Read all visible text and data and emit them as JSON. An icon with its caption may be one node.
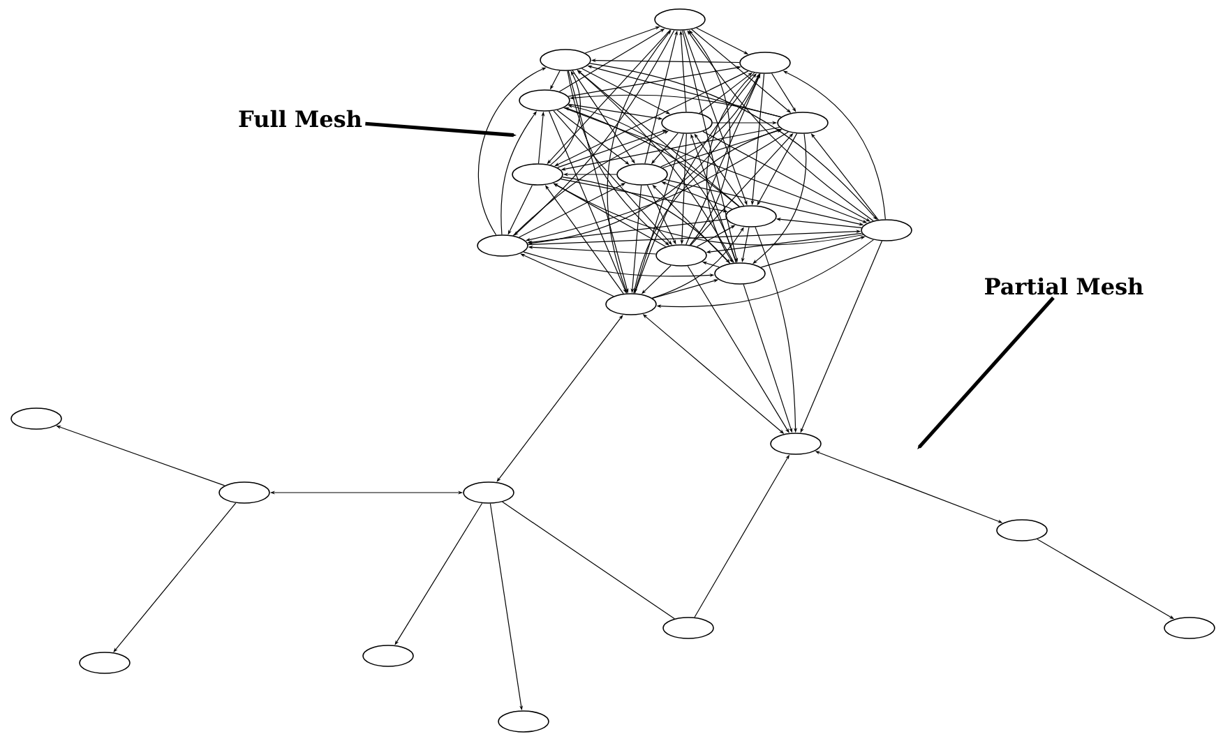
{
  "diagram": {
    "nodes": [
      {
        "text": [
          "Full Mesh"
        ]
      },
      {
        "text": [
          "Partial Mesh"
        ]
      },
      {
        "text": [],
        "shape": "ellipse"
      },
      {
        "text": [],
        "shape": "ellipse"
      },
      {
        "text": [],
        "shape": "ellipse"
      },
      {
        "text": [],
        "shape": "ellipse"
      },
      {
        "text": [],
        "shape": "ellipse"
      },
      {
        "text": [],
        "shape": "ellipse"
      },
      {
        "text": [],
        "shape": "ellipse"
      },
      {
        "text": [],
        "shape": "ellipse"
      },
      {
        "text": [],
        "shape": "ellipse"
      },
      {
        "text": [],
        "shape": "ellipse"
      },
      {
        "text": [],
        "shape": "ellipse"
      },
      {
        "text": [],
        "shape": "ellipse"
      },
      {
        "text": [],
        "shape": "ellipse"
      },
      {
        "text": [],
        "shape": "ellipse"
      },
      {
        "text": [],
        "shape": "ellipse"
      },
      {
        "text": [],
        "shape": "ellipse"
      },
      {
        "text": [],
        "shape": "ellipse"
      },
      {
        "text": [],
        "shape": "ellipse"
      },
      {
        "text": [],
        "shape": "ellipse"
      },
      {
        "text": [],
        "shape": "ellipse"
      },
      {
        "text": [],
        "shape": "ellipse"
      },
      {
        "text": [],
        "shape": "ellipse"
      },
      {
        "text": [],
        "shape": "ellipse"
      },
      {
        "text": [],
        "shape": "ellipse"
      }
    ],
    "edges": [
      {
        "from": 0,
        "to": null,
        "arrow": "to",
        "style": "thick"
      },
      {
        "from": 1,
        "to": null,
        "arrow": "to",
        "style": "thick"
      },
      {
        "from": 18,
        "to": 17,
        "arrow": "to"
      },
      {
        "from": 18,
        "to": 19,
        "arrow": "both"
      },
      {
        "from": 18,
        "to": 20,
        "arrow": "to"
      },
      {
        "from": 15,
        "to": 19,
        "arrow": "both"
      },
      {
        "from": 19,
        "to": 21,
        "arrow": "to"
      },
      {
        "from": 19,
        "to": 23,
        "arrow": "to"
      },
      {
        "from": 19,
        "to": 22,
        "arrow": "none"
      },
      {
        "from": 22,
        "to": 16,
        "arrow": "to"
      },
      {
        "from": 16,
        "to": 24,
        "arrow": "both"
      },
      {
        "from": 24,
        "to": 25,
        "arrow": "to"
      },
      {
        "from": 10,
        "to": 16,
        "arrow": "to"
      },
      {
        "from": 11,
        "to": 16,
        "arrow": "to"
      },
      {
        "from": 13,
        "to": 16,
        "arrow": "to"
      },
      {
        "from": 14,
        "to": 16,
        "arrow": "to"
      },
      {
        "from": 15,
        "to": 16,
        "arrow": "both"
      },
      {
        "from": 3,
        "to": 2,
        "arrow": "to"
      },
      {
        "from": 2,
        "to": 4,
        "arrow": "to"
      },
      {
        "from": 5,
        "to": 2,
        "arrow": "to"
      },
      {
        "from": 2,
        "to": 6,
        "arrow": "to"
      },
      {
        "from": 7,
        "to": 2,
        "arrow": "to"
      },
      {
        "from": 2,
        "to": 8,
        "arrow": "to"
      },
      {
        "from": 9,
        "to": 2,
        "arrow": "to"
      },
      {
        "from": 2,
        "to": 10,
        "arrow": "to"
      },
      {
        "from": 11,
        "to": 2,
        "arrow": "to"
      },
      {
        "from": 2,
        "to": 12,
        "arrow": "to"
      },
      {
        "from": 13,
        "to": 2,
        "arrow": "to"
      },
      {
        "from": 2,
        "to": 14,
        "arrow": "to"
      },
      {
        "from": 15,
        "to": 2,
        "arrow": "to"
      },
      {
        "from": 4,
        "to": 3,
        "arrow": "to"
      },
      {
        "from": 3,
        "to": 5,
        "arrow": "to"
      },
      {
        "from": 6,
        "to": 3,
        "arrow": "to"
      },
      {
        "from": 3,
        "to": 7,
        "arrow": "to"
      },
      {
        "from": 8,
        "to": 3,
        "arrow": "to"
      },
      {
        "from": 3,
        "to": 9,
        "arrow": "to"
      },
      {
        "from": 10,
        "to": 3,
        "arrow": "to"
      },
      {
        "from": 3,
        "to": 11,
        "arrow": "to"
      },
      {
        "from": 12,
        "to": 3,
        "arrow": "to"
      },
      {
        "from": 3,
        "to": 13,
        "arrow": "to"
      },
      {
        "from": 14,
        "to": 3,
        "arrow": "to"
      },
      {
        "from": 3,
        "to": 15,
        "arrow": "to"
      },
      {
        "from": 5,
        "to": 4,
        "arrow": "to"
      },
      {
        "from": 4,
        "to": 6,
        "arrow": "to"
      },
      {
        "from": 7,
        "to": 4,
        "arrow": "to"
      },
      {
        "from": 4,
        "to": 8,
        "arrow": "to"
      },
      {
        "from": 9,
        "to": 4,
        "arrow": "to"
      },
      {
        "from": 4,
        "to": 10,
        "arrow": "to"
      },
      {
        "from": 11,
        "to": 4,
        "arrow": "to"
      },
      {
        "from": 4,
        "to": 12,
        "arrow": "to"
      },
      {
        "from": 13,
        "to": 4,
        "arrow": "to"
      },
      {
        "from": 4,
        "to": 14,
        "arrow": "to"
      },
      {
        "from": 15,
        "to": 4,
        "arrow": "to"
      },
      {
        "from": 6,
        "to": 5,
        "arrow": "to"
      },
      {
        "from": 5,
        "to": 7,
        "arrow": "to"
      },
      {
        "from": 8,
        "to": 5,
        "arrow": "to"
      },
      {
        "from": 5,
        "to": 9,
        "arrow": "to"
      },
      {
        "from": 10,
        "to": 5,
        "arrow": "to"
      },
      {
        "from": 5,
        "to": 11,
        "arrow": "to"
      },
      {
        "from": 12,
        "to": 5,
        "arrow": "to"
      },
      {
        "from": 5,
        "to": 13,
        "arrow": "to"
      },
      {
        "from": 14,
        "to": 5,
        "arrow": "to"
      },
      {
        "from": 5,
        "to": 15,
        "arrow": "to"
      },
      {
        "from": 7,
        "to": 6,
        "arrow": "to"
      },
      {
        "from": 6,
        "to": 8,
        "arrow": "to"
      },
      {
        "from": 9,
        "to": 6,
        "arrow": "to"
      },
      {
        "from": 6,
        "to": 10,
        "arrow": "to"
      },
      {
        "from": 11,
        "to": 6,
        "arrow": "to"
      },
      {
        "from": 6,
        "to": 12,
        "arrow": "to"
      },
      {
        "from": 13,
        "to": 6,
        "arrow": "to"
      },
      {
        "from": 6,
        "to": 14,
        "arrow": "to"
      },
      {
        "from": 15,
        "to": 6,
        "arrow": "to"
      },
      {
        "from": 8,
        "to": 7,
        "arrow": "to"
      },
      {
        "from": 7,
        "to": 9,
        "arrow": "to"
      },
      {
        "from": 10,
        "to": 7,
        "arrow": "to"
      },
      {
        "from": 7,
        "to": 11,
        "arrow": "to"
      },
      {
        "from": 12,
        "to": 7,
        "arrow": "to"
      },
      {
        "from": 7,
        "to": 13,
        "arrow": "to"
      },
      {
        "from": 14,
        "to": 7,
        "arrow": "to"
      },
      {
        "from": 7,
        "to": 15,
        "arrow": "to"
      },
      {
        "from": 9,
        "to": 8,
        "arrow": "to"
      },
      {
        "from": 8,
        "to": 10,
        "arrow": "to"
      },
      {
        "from": 11,
        "to": 8,
        "arrow": "to"
      },
      {
        "from": 8,
        "to": 12,
        "arrow": "to"
      },
      {
        "from": 13,
        "to": 8,
        "arrow": "to"
      },
      {
        "from": 8,
        "to": 14,
        "arrow": "to"
      },
      {
        "from": 15,
        "to": 8,
        "arrow": "to"
      },
      {
        "from": 10,
        "to": 9,
        "arrow": "to"
      },
      {
        "from": 9,
        "to": 11,
        "arrow": "to"
      },
      {
        "from": 12,
        "to": 9,
        "arrow": "to"
      },
      {
        "from": 9,
        "to": 13,
        "arrow": "to"
      },
      {
        "from": 14,
        "to": 9,
        "arrow": "to"
      },
      {
        "from": 9,
        "to": 15,
        "arrow": "to"
      },
      {
        "from": 11,
        "to": 10,
        "arrow": "to"
      },
      {
        "from": 10,
        "to": 12,
        "arrow": "to"
      },
      {
        "from": 13,
        "to": 10,
        "arrow": "to"
      },
      {
        "from": 10,
        "to": 14,
        "arrow": "to"
      },
      {
        "from": 15,
        "to": 10,
        "arrow": "to"
      },
      {
        "from": 12,
        "to": 11,
        "arrow": "to"
      },
      {
        "from": 11,
        "to": 13,
        "arrow": "to"
      },
      {
        "from": 14,
        "to": 11,
        "arrow": "to"
      },
      {
        "from": 11,
        "to": 15,
        "arrow": "to"
      },
      {
        "from": 13,
        "to": 12,
        "arrow": "to"
      },
      {
        "from": 12,
        "to": 14,
        "arrow": "to"
      },
      {
        "from": 15,
        "to": 12,
        "arrow": "to"
      },
      {
        "from": 14,
        "to": 13,
        "arrow": "to"
      },
      {
        "from": 13,
        "to": 15,
        "arrow": "to"
      },
      {
        "from": 15,
        "to": 14,
        "arrow": "to"
      }
    ]
  }
}
